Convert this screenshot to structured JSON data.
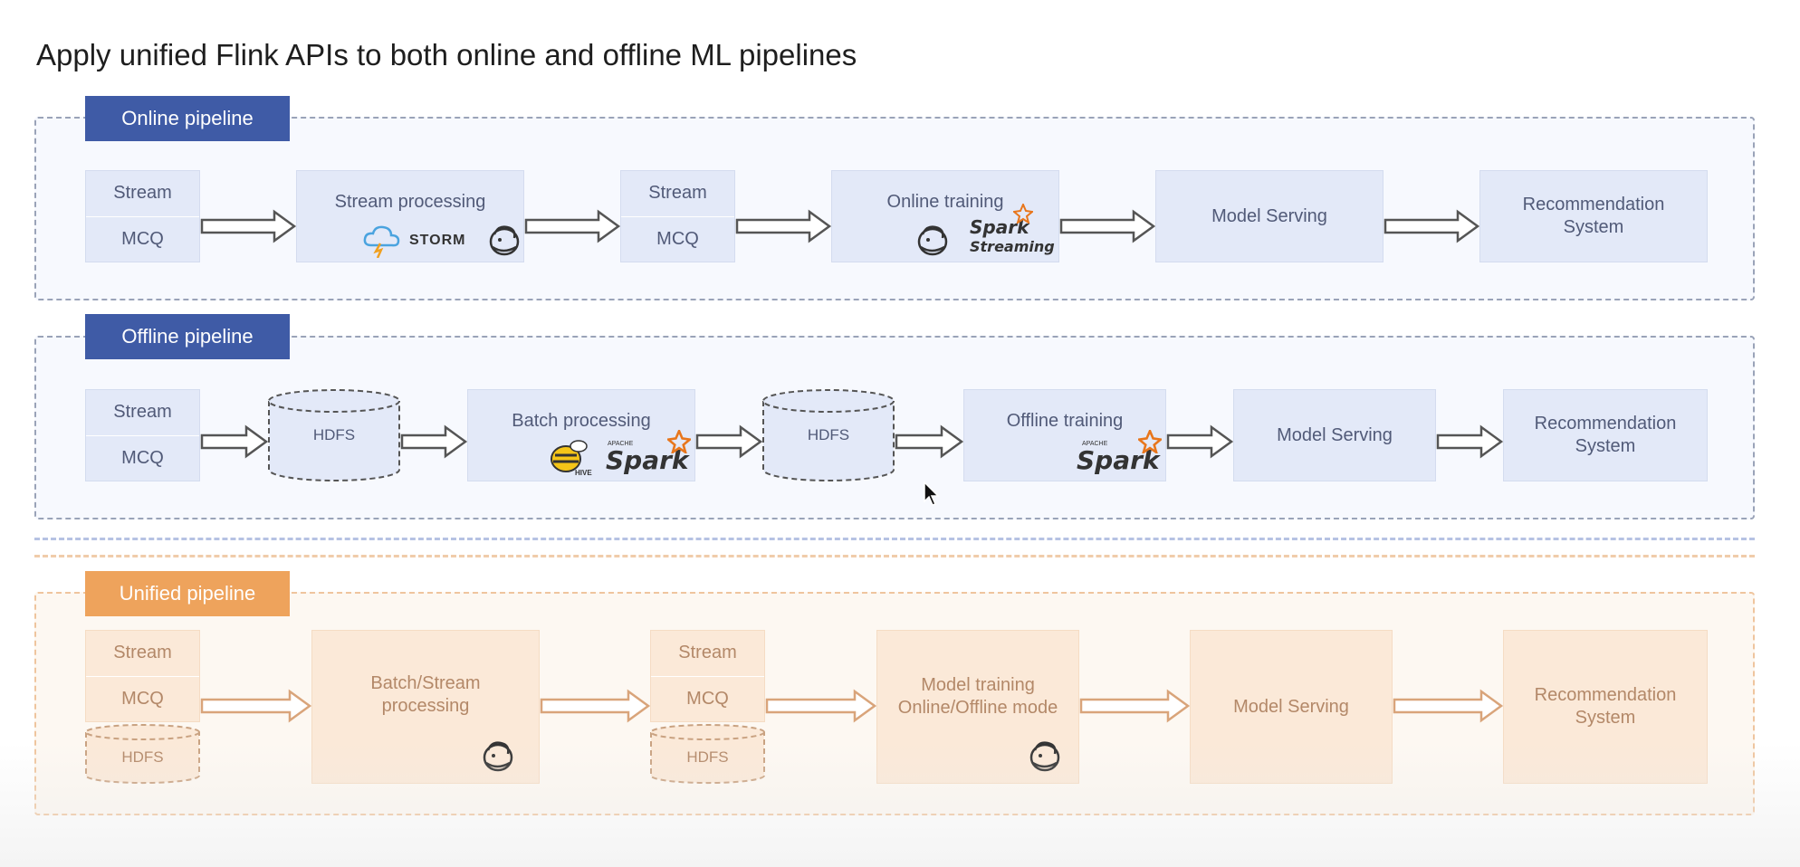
{
  "title": "Apply unified Flink APIs to both online and offline ML pipelines",
  "colors": {
    "blue_tag": "#3f5ba6",
    "orange_tag": "#eea35c",
    "blue_box": "#e3e9f8",
    "orange_box": "#fbe9d8"
  },
  "online": {
    "tag": "Online pipeline",
    "stream_box": {
      "top": "Stream",
      "bottom": "MCQ"
    },
    "stream_processing": {
      "label": "Stream processing",
      "storm_text": "STORM"
    },
    "stream_box2": {
      "top": "Stream",
      "bottom": "MCQ"
    },
    "online_training": {
      "label": "Online training",
      "spark_text": "Spark",
      "spark_sub": "Streaming"
    },
    "model_serving": "Model Serving",
    "recommendation": {
      "line1": "Recommendation",
      "line2": "System"
    }
  },
  "offline": {
    "tag": "Offline pipeline",
    "stream_box": {
      "top": "Stream",
      "bottom": "MCQ"
    },
    "hdfs1": "HDFS",
    "batch_processing": {
      "label": "Batch processing",
      "hive_text": "HIVE",
      "spark_text": "Spark",
      "apache_text": "APACHE"
    },
    "hdfs2": "HDFS",
    "offline_training": {
      "label": "Offline training",
      "spark_text": "Spark",
      "apache_text": "APACHE"
    },
    "model_serving": "Model Serving",
    "recommendation": {
      "line1": "Recommendation",
      "line2": "System"
    }
  },
  "unified": {
    "tag": "Unified pipeline",
    "stream_box": {
      "top": "Stream",
      "bottom": "MCQ",
      "hdfs": "HDFS"
    },
    "batch_stream": {
      "line1": "Batch/Stream",
      "line2": "processing"
    },
    "stream_box2": {
      "top": "Stream",
      "bottom": "MCQ",
      "hdfs": "HDFS"
    },
    "model_training": {
      "line1": "Model training",
      "line2": "Online/Offline mode"
    },
    "model_serving": "Model Serving",
    "recommendation": {
      "line1": "Recommendation",
      "line2": "System"
    }
  },
  "icons": [
    "flink-squirrel-icon",
    "storm-cloud-icon",
    "spark-star-icon",
    "hive-bee-icon",
    "mouse-cursor-icon",
    "block-arrow-icon"
  ]
}
